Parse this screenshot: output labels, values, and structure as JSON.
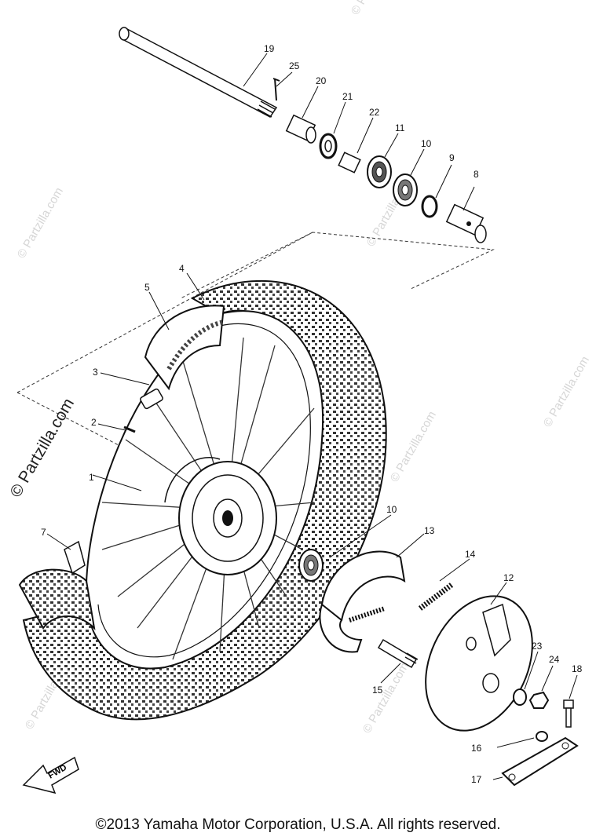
{
  "callouts": {
    "c1": "1",
    "c2": "2",
    "c3": "3",
    "c4": "4",
    "c5": "5",
    "c7": "7",
    "c8": "8",
    "c9": "9",
    "c10a": "10",
    "c10b": "10",
    "c11": "11",
    "c12": "12",
    "c13": "13",
    "c14": "14",
    "c15": "15",
    "c16": "16",
    "c17": "17",
    "c18": "18",
    "c19": "19",
    "c20": "20",
    "c21": "21",
    "c22": "22",
    "c23": "23",
    "c24": "24",
    "c25": "25"
  },
  "fwd_label": "FWD",
  "watermark": "© Partzilla.com",
  "copyright": "©2013 Yamaha Motor Corporation, U.S.A. All rights reserved."
}
